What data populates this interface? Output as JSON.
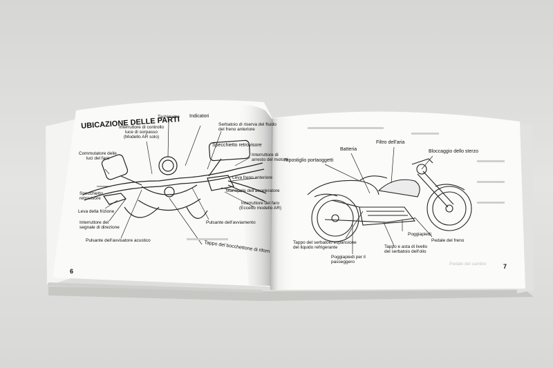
{
  "left_page": {
    "title": "UBICAZIONE DELLE PARTI",
    "page_number": "6",
    "labels": {
      "tachimetro": "Tachimetro",
      "indicatori": "Indicatori",
      "interruttore_controllo": "Interruttore di controllo\nluce di sorpasso\n(Modello AR solo)",
      "serbatoio_riserva": "Serbatoio di riserva del fluido\ndel freno anteriore",
      "commutatore_luci": "Commutatore delle\nluci del faro",
      "specchietto_retrovisore_right": "Specchietto retrovisore",
      "interruttore_arresto": "Interruttore di\narresto del motore",
      "leva_freno_anteriore": "Leva freno anteriore",
      "manopola_acceleratore": "Manopola dell'acceleratore",
      "interruttore_faro": "Interruttore del faro\n(Eccetto modello AR)",
      "specchietto_retrovisore_left": "Specchietto\nretrovisore",
      "leva_frizione": "Leva della frizione",
      "interruttore_segnale": "Interruttore del\nsegnale di direzione",
      "pulsante_avviamento": "Pulsante dell'avviamento",
      "pulsante_avvisatore": "Pulsante dell'avvisatore acustico",
      "tappo_bocchettone": "Tappo del bocchettone di rifornimento"
    }
  },
  "right_page": {
    "page_number": "7",
    "labels": {
      "filtro_aria": "Filtro dell'aria",
      "batteria": "Batteria",
      "bloccaggio_sterzo": "Bloccaggio dello sterzo",
      "ripostiglio": "Ripostiglio portaoggetti",
      "tappo_serbatoio_espansione": "Tappo del serbatoio espansione\ndel liquido refrigerante",
      "poggiapiedi_passeggero": "Poggiapiedi per il\npasseggero",
      "poggiapiedi": "Poggiapiedi",
      "tappo_asta_olio": "Tappo e asta di livello\ndel serbatoio dell'olio",
      "pedale_freno": "Pedale del freno",
      "ghost_text": "Pedale del cambio"
    }
  }
}
